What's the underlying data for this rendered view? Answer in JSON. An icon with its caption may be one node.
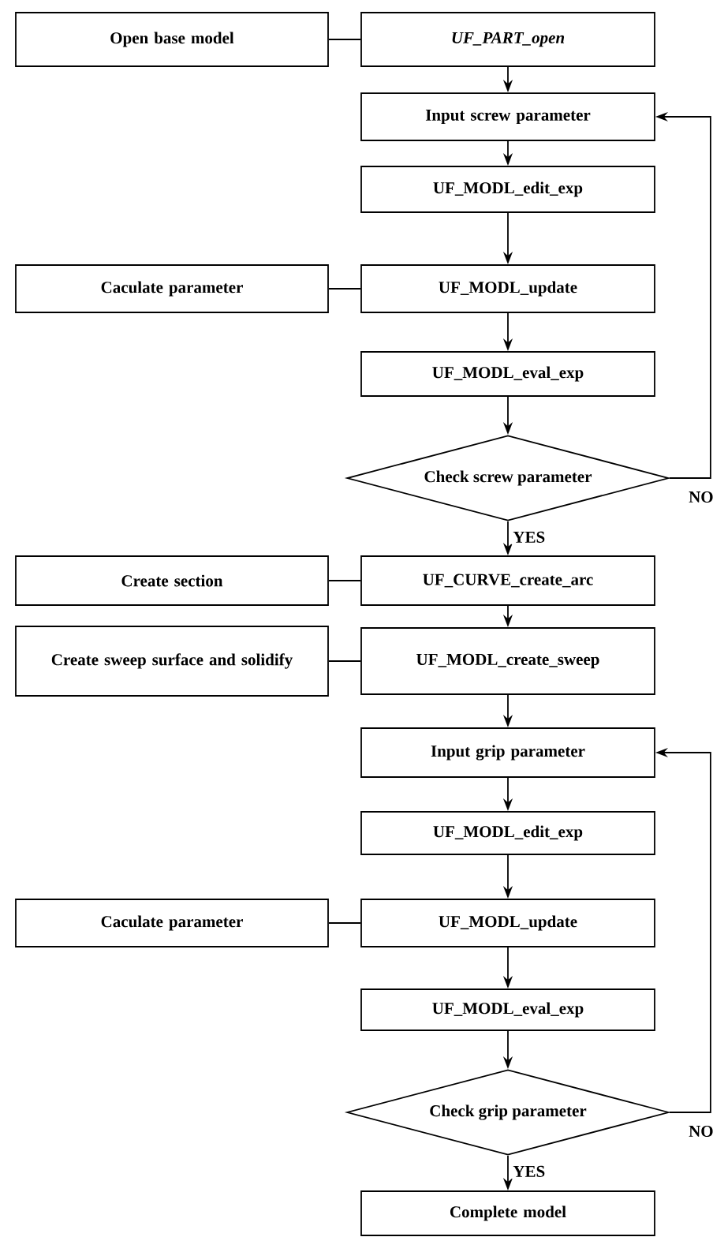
{
  "diagram": {
    "nodes": [
      {
        "text": [
          "Open base model"
        ]
      },
      {
        "text": [
          "UF_PART_open"
        ]
      },
      {
        "text": [
          "Input screw parameter"
        ]
      },
      {
        "text": [
          "UF_MODL_edit_exp"
        ]
      },
      {
        "text": [
          "Caculate parameter"
        ]
      },
      {
        "text": [
          "UF_MODL_update"
        ]
      },
      {
        "text": [
          "UF_MODL_eval_exp"
        ]
      },
      {
        "text": [
          "Check screw parameter"
        ]
      },
      {
        "text": [
          "Create section"
        ]
      },
      {
        "text": [
          "UF_CURVE_create_arc"
        ]
      },
      {
        "text": [
          "Create sweep surface and solidify"
        ]
      },
      {
        "text": [
          "UF_MODL_create_sweep"
        ]
      },
      {
        "text": [
          "Input grip parameter"
        ]
      },
      {
        "text": [
          "UF_MODL_edit_exp"
        ]
      },
      {
        "text": [
          "Caculate parameter"
        ]
      },
      {
        "text": [
          "UF_MODL_update"
        ]
      },
      {
        "text": [
          "UF_MODL_eval_exp"
        ]
      },
      {
        "text": [
          "Check grip parameter"
        ]
      },
      {
        "text": [
          "Complete model"
        ]
      }
    ],
    "edges": [
      {
        "from": 0,
        "to": 1,
        "arrow": "none"
      },
      {
        "from": 1,
        "to": 2,
        "arrow": "to"
      },
      {
        "from": 2,
        "to": 3,
        "arrow": "to"
      },
      {
        "from": 4,
        "to": 5,
        "arrow": "none"
      },
      {
        "from": 3,
        "to": 5,
        "arrow": "to"
      },
      {
        "from": 5,
        "to": 6,
        "arrow": "to"
      },
      {
        "from": 6,
        "to": 7,
        "arrow": "to"
      },
      {
        "from": 7,
        "to": 2,
        "arrow": "to",
        "label": "NO"
      },
      {
        "from": 7,
        "to": 9,
        "arrow": "to",
        "label": "YES"
      },
      {
        "from": 8,
        "to": 9,
        "arrow": "none"
      },
      {
        "from": 9,
        "to": 11,
        "arrow": "to"
      },
      {
        "from": 10,
        "to": 11,
        "arrow": "none"
      },
      {
        "from": 11,
        "to": 12,
        "arrow": "to"
      },
      {
        "from": 12,
        "to": 13,
        "arrow": "to"
      },
      {
        "from": 14,
        "to": 15,
        "arrow": "none"
      },
      {
        "from": 13,
        "to": 15,
        "arrow": "to"
      },
      {
        "from": 15,
        "to": 16,
        "arrow": "to"
      },
      {
        "from": 16,
        "to": 17,
        "arrow": "to"
      },
      {
        "from": 17,
        "to": 12,
        "arrow": "to",
        "label": "NO"
      },
      {
        "from": 17,
        "to": 18,
        "arrow": "to",
        "label": "YES"
      }
    ]
  }
}
